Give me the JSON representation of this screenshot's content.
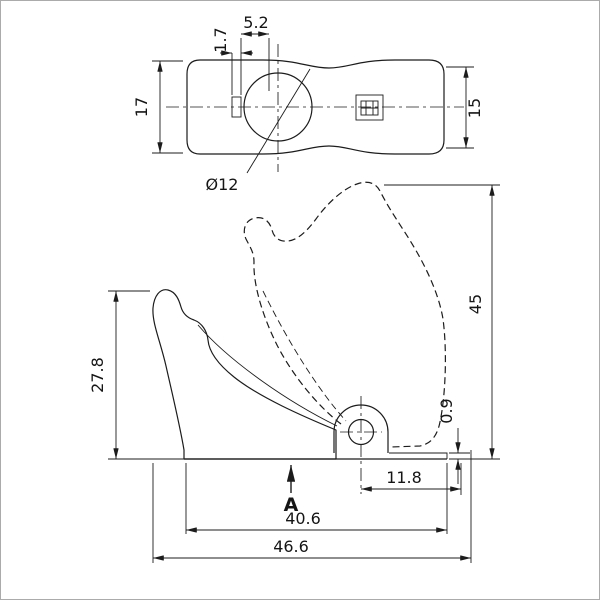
{
  "colors": {
    "ink": "#1c1c1c",
    "background": "#ffffff"
  },
  "top_view": {
    "dim_offset": "1.7",
    "dim_slot_width": "5.2",
    "dim_height_left": "17",
    "dim_height_right": "15",
    "dim_hole_diameter": "Ø12"
  },
  "side_view": {
    "dim_closed_height": "27.8",
    "dim_open_height": "45",
    "dim_base_thickness": "0.9",
    "dim_pivot_offset": "11.8",
    "dim_inner_width": "40.6",
    "dim_overall_width": "46.6",
    "section_label": "A"
  }
}
